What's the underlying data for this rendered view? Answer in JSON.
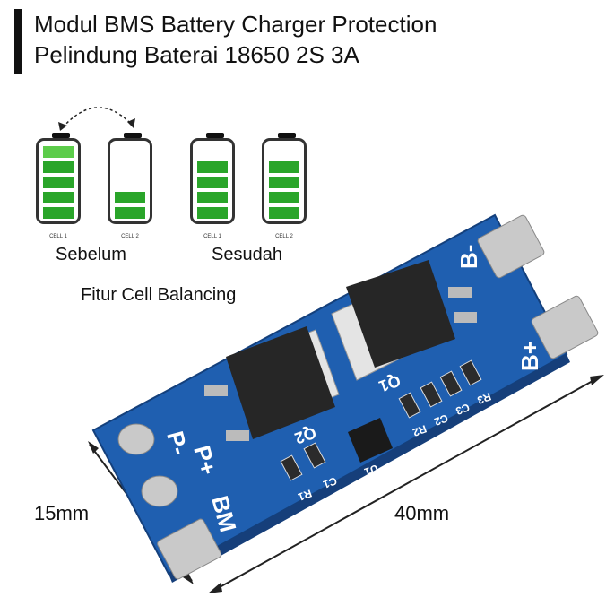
{
  "title": {
    "line1": "Modul BMS Battery Charger Protection",
    "line2": "Pelindung Baterai 18650 2S 3A"
  },
  "balancing": {
    "cells": [
      {
        "label": "CELL 1",
        "level": 5,
        "group": "before"
      },
      {
        "label": "CELL 2",
        "level": 2,
        "group": "before"
      },
      {
        "label": "CELL 1",
        "level": 4,
        "group": "after"
      },
      {
        "label": "CELL 2",
        "level": 4,
        "group": "after"
      }
    ],
    "before_label": "Sebelum",
    "after_label": "Sesudah",
    "feature_label": "Fitur Cell Balancing"
  },
  "board": {
    "pads": {
      "b_minus": "B-",
      "b_plus": "B+",
      "p_minus": "P-",
      "p_plus": "P+",
      "bm": "BM"
    },
    "components": {
      "q1": "Q1",
      "q2": "Q2",
      "u1": "U1",
      "r1": "R1",
      "r2": "R2",
      "r3": "R3",
      "c1": "C1",
      "c2": "C2",
      "c3": "C3"
    },
    "colors": {
      "pcb": "#1f5fb0",
      "pad": "#c9c9c9",
      "mosfet": "#262626"
    }
  },
  "dimensions": {
    "width": "40mm",
    "height": "15mm"
  }
}
